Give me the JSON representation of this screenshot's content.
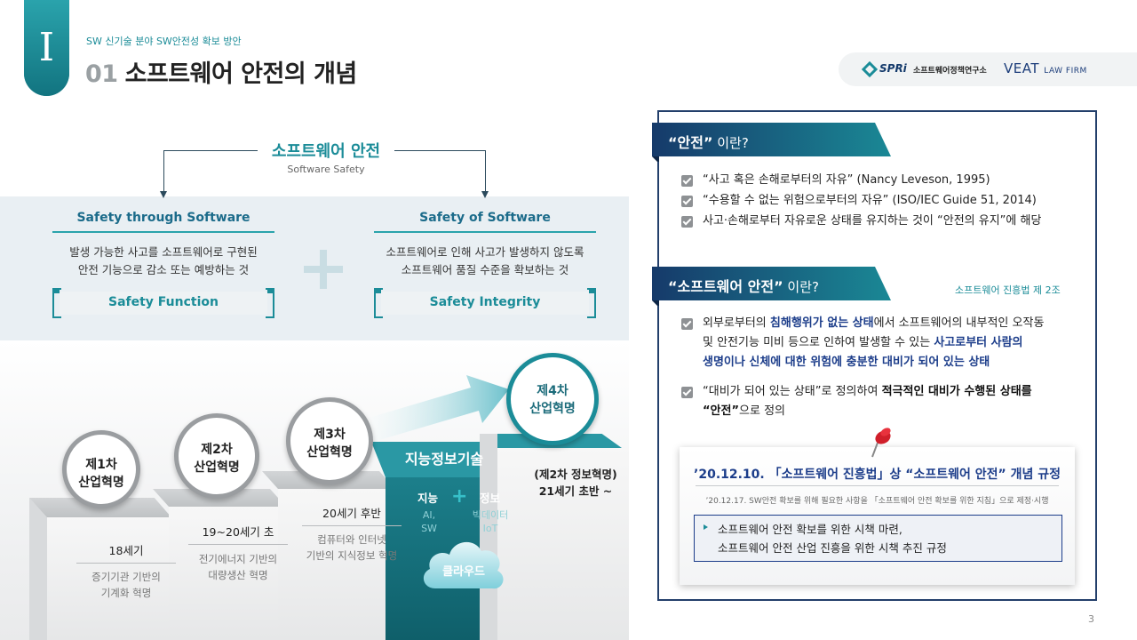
{
  "header": {
    "chapter": "I",
    "breadcrumb": "SW 신기술 분야 SW안전성 확보 방안",
    "title_num": "01",
    "title": "소프트웨어 안전의 개념",
    "logo_spri": "SPRi",
    "logo_spri_sub": "소프트웨어정책연구소",
    "logo_veat": "VEAT",
    "logo_veat_sub": "LAW FIRM"
  },
  "concept": {
    "title": "소프트웨어 안전",
    "subtitle": "Software Safety",
    "left": {
      "title": "Safety through Software",
      "desc_1": "발생 가능한 사고를 소프트웨어로 구현된",
      "desc_2": "안전 기능으로 감소 또는 예방하는 것",
      "label": "Safety Function"
    },
    "right": {
      "title": "Safety of Software",
      "desc_1": "소프트웨어로 인해 사고가 발생하지 않도록",
      "desc_2": "소프트웨어 품질 수준을 확보하는 것",
      "label": "Safety Integrity"
    }
  },
  "revolutions": [
    {
      "line1": "제1차",
      "line2": "산업혁명",
      "era": "18세기",
      "desc1": "증기기관 기반의",
      "desc2": "기계화 혁명"
    },
    {
      "line1": "제2차",
      "line2": "산업혁명",
      "era": "19~20세기 초",
      "desc1": "전기에너지 기반의",
      "desc2": "대량생산 혁명"
    },
    {
      "line1": "제3차",
      "line2": "산업혁명",
      "era": "20세기 후반",
      "desc1": "컴퓨터와 인터넷",
      "desc2": "기반의 지식정보 혁명"
    },
    {
      "line1": "제4차",
      "line2": "산업혁명",
      "era1": "(제2차 정보혁명)",
      "era2": "21세기 초반 ~"
    }
  ],
  "intel": {
    "title": "지능정보기술",
    "left_word": "지능",
    "plus": "+",
    "right_word": "정보",
    "left_small_1": "AI,",
    "left_small_2": "SW",
    "right_small_1": "빅데이터",
    "right_small_2": "IoT",
    "cloud": "클라우드"
  },
  "panel": {
    "safety_ribbon_bold": "“안전”",
    "safety_ribbon_light": " 이란?",
    "safety_items": [
      "“사고 혹은 손해로부터의 자유” (Nancy Leveson, 1995)",
      "“수용할 수 없는 위험으로부터의 자유” (ISO/IEC Guide 51, 2014)",
      "사고·손해로부터 자유로운 상태를 유지하는 것이  “안전의 유지”에 해당"
    ],
    "sw_ribbon_bold": "“소프트웨어 안전”",
    "sw_ribbon_light": " 이란?",
    "law_ref": "소프트웨어 진흥법 제 2조",
    "sw_item1": {
      "a": "외부로부터의 ",
      "b": "침해행위가 없는 상태",
      "c": "에서 소프트웨어의 내부적인 오작동",
      "d": "및 안전기능 미비 등으로 인하여 발생할 수 있는 ",
      "e": "사고로부터 사람의",
      "f": "생명이나 신체에 대한 위험에 충분한 대비가 되어 있는 상태"
    },
    "sw_item2": {
      "a": "“대비가 되어 있는 상태”로 정의하여 ",
      "b": "적극적인 대비가 수행된 상태를",
      "c": "“안전”",
      "d": "으로 정의"
    },
    "card": {
      "title": "’20.12.10. 「소프트웨어 진흥법」상 “소프트웨어 안전” 개념 규정",
      "note": "’20.12.17.  SW안전 확보를 위해 필요한 사항을 「소프트웨어 안전 확보를 위한 지침」으로 제정·시행",
      "box_1": "소프트웨어 안전 확보를 위한 시책 마련,",
      "box_2": "소프트웨어 안전 산업 진흥을 위한 시책 추진 규정"
    }
  },
  "page_number": "3",
  "colors": {
    "teal": "#1b8c98",
    "navy": "#1c3d8a",
    "panel_border": "#233f6b"
  }
}
